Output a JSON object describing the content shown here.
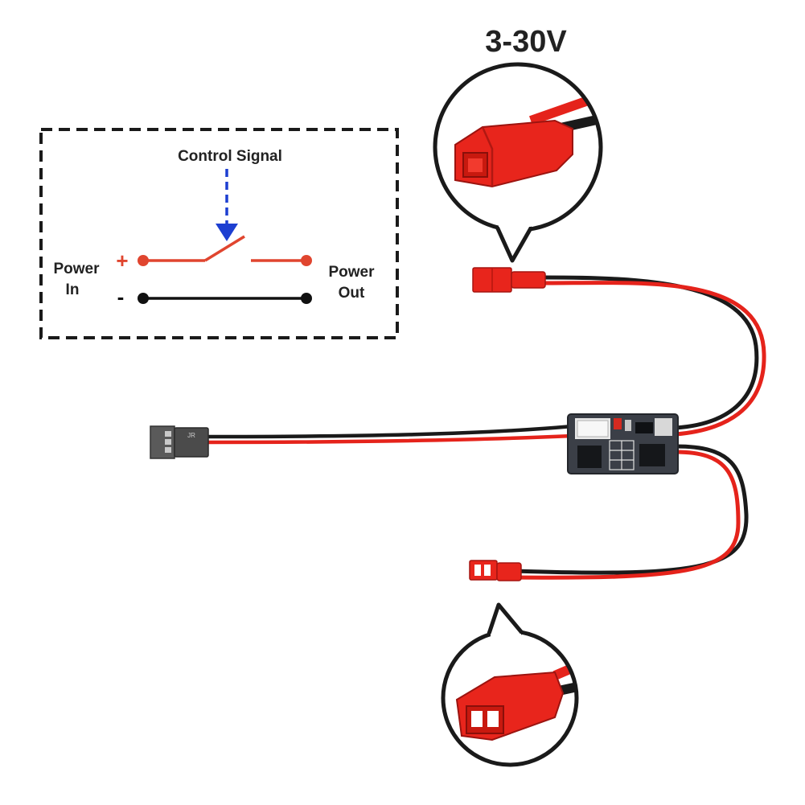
{
  "voltage_label": "3-30V",
  "diagram": {
    "control_signal_label": "Control Signal",
    "power_in_line1": "Power",
    "power_in_line2": "In",
    "power_out_line1": "Power",
    "power_out_line2": "Out",
    "plus_sign": "+",
    "minus_sign": "-",
    "positive_color": "#e0452f",
    "negative_color": "#111111",
    "signal_color": "#1d3fd1"
  },
  "components": {
    "wire_red_color": "#e5231b",
    "wire_black_color": "#1a1a1a",
    "jst_connector_color": "#e8251c",
    "servo_connector_color": "#555555",
    "servo_connector_label": "JR",
    "pcb_color": "#3b3f47"
  }
}
